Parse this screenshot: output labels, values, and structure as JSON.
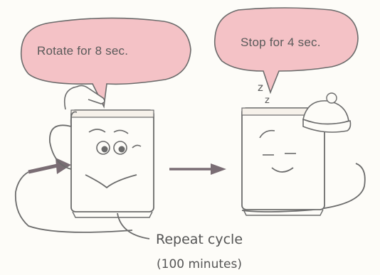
{
  "bubbles": {
    "left": "Rotate for 8 sec.",
    "right": "Stop for 4 sec."
  },
  "cycle": {
    "label": "Repeat cycle",
    "duration": "(100 minutes)"
  },
  "sleep_symbol": "z z",
  "colors": {
    "bubble_fill": "#f4c2c6",
    "outline": "#6b6b6b",
    "arrow": "#7a6d74",
    "background": "#fdfcf8"
  }
}
